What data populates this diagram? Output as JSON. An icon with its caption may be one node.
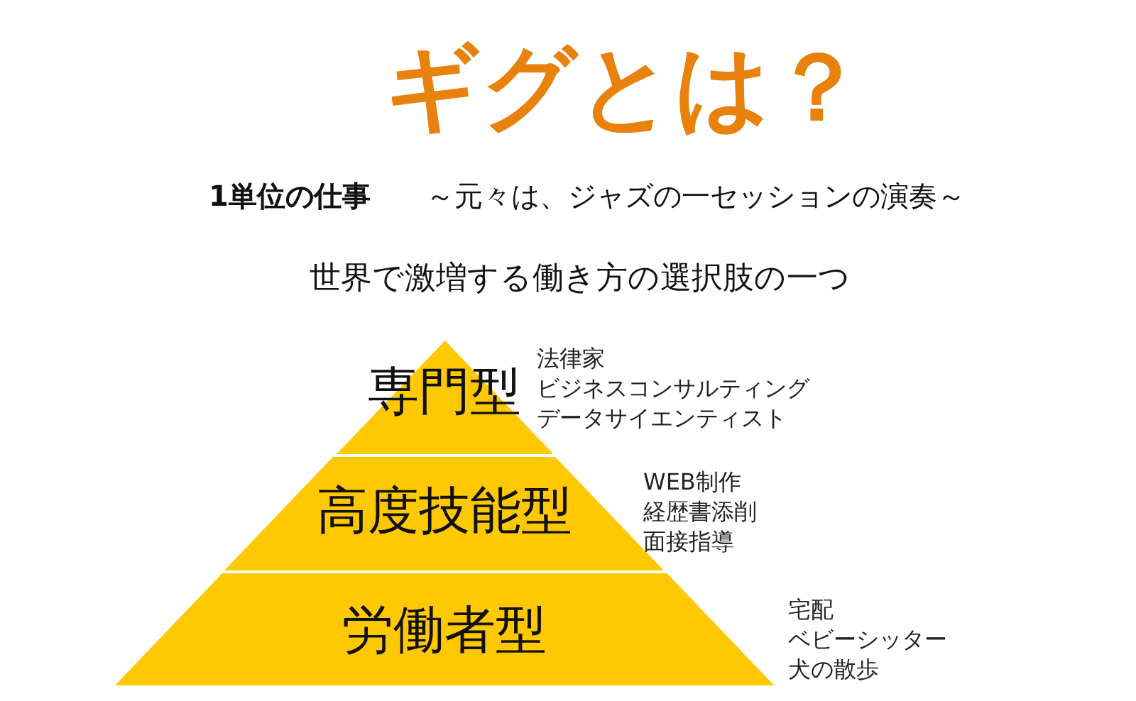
{
  "diagram": {
    "title": "ギグとは？",
    "nodes": [
      {
        "text": [
          "専門型"
        ],
        "beside": [
          "法律家",
          "ビジネスコンサルティング",
          "データサイエンティスト"
        ]
      },
      {
        "text": [
          "高度技能型"
        ],
        "beside": [
          "WEB制作",
          "経歴書添削",
          "面接指導"
        ]
      },
      {
        "text": [
          "労働者型"
        ],
        "beside": [
          "宅配",
          "ベビーシッター",
          "犬の散歩"
        ]
      }
    ],
    "edges": [],
    "labels": [
      "1単位の仕事",
      "～元々は、ジャズの一セッションの演奏～",
      "世界で激増する働き方の選択肢の一つ"
    ]
  }
}
